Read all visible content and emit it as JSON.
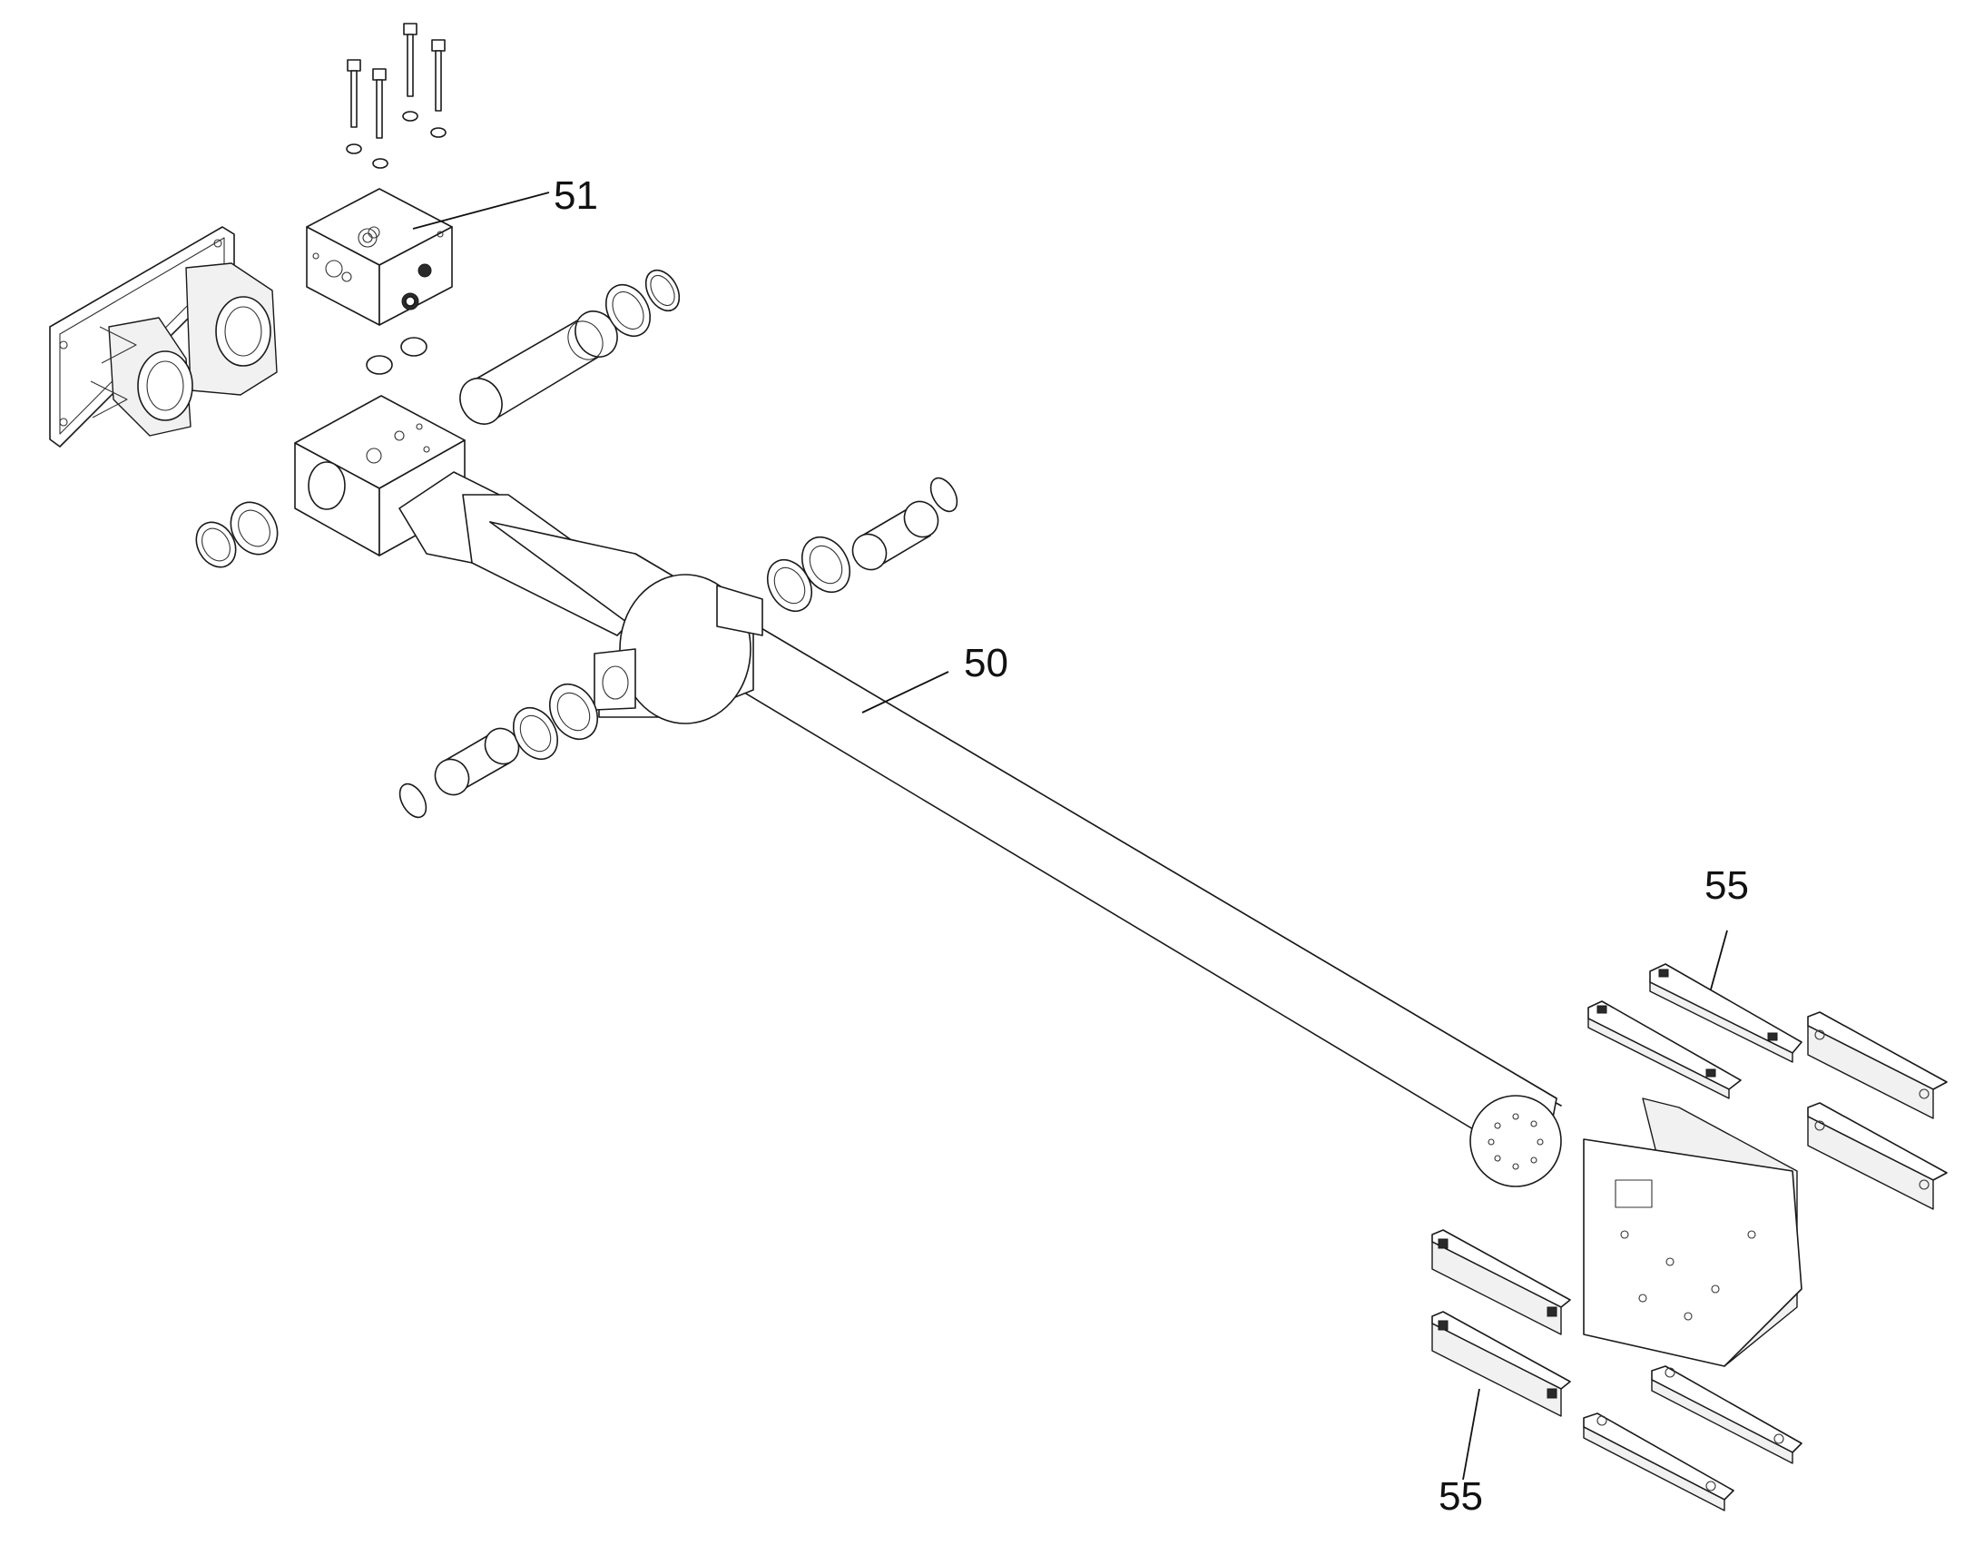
{
  "callouts": {
    "c51": "51",
    "c50": "50",
    "c55_top": "55",
    "c55_bottom": "55"
  }
}
